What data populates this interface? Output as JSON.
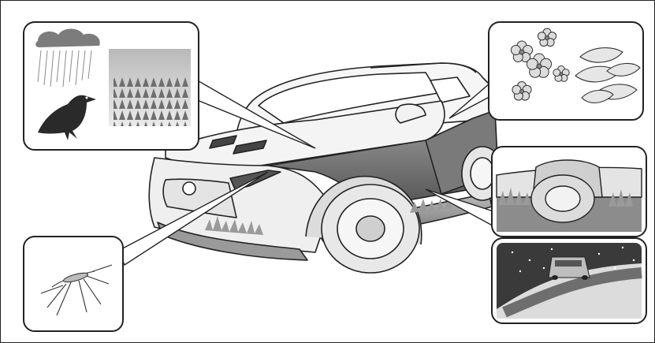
{
  "illustration": {
    "colors": {
      "line": "#222222",
      "paint": "#f2f2f2",
      "dirt": "#7a7a7a",
      "panel_bg": "#ffffff",
      "road": "#6e6e6e",
      "snow_sky": "#3a3a3a"
    },
    "callouts": [
      {
        "name": "weather-birds-trees-panel",
        "icons": [
          "rain-cloud-icon",
          "crow-icon",
          "forest-icon"
        ]
      },
      {
        "name": "blossoms-leaves-panel",
        "icons": [
          "cherry-blossom-icon",
          "leaf-icon"
        ]
      },
      {
        "name": "insect-panel",
        "icons": [
          "mosquito-icon"
        ]
      },
      {
        "name": "road-splash-panel",
        "icons": [
          "tire-splash-icon"
        ]
      },
      {
        "name": "snow-road-panel",
        "icons": [
          "car-on-snowy-road-icon"
        ]
      }
    ]
  }
}
